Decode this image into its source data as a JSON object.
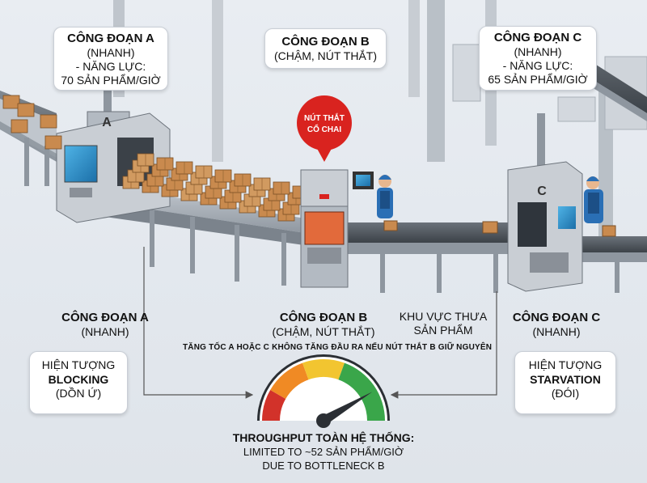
{
  "top_labels": {
    "a": {
      "title": "CÔNG ĐOẠN A",
      "lines": [
        "(NHANH)",
        "- NĂNG LỰC:",
        "70 SẢN PHẨM/GIỜ"
      ]
    },
    "b": {
      "title": "CÔNG ĐOẠN B",
      "lines": [
        "(CHẬM, NÚT THẮT)"
      ]
    },
    "c": {
      "title": "CÔNG ĐOẠN C",
      "lines": [
        "(NHANH)",
        "- NĂNG LỰC:",
        "65 SẢN PHẨM/GIỜ"
      ]
    }
  },
  "bottleneck_bubble": [
    "NÚT THẮT",
    "CỔ CHAI"
  ],
  "machine_letters": {
    "a": "A",
    "c": "C"
  },
  "bottom_labels": {
    "a": {
      "title": "CÔNG ĐOẠN A",
      "sub": "(NHANH)"
    },
    "b": {
      "title": "CÔNG ĐOẠN B",
      "sub": "(CHẬM, NÚT THẮT)"
    },
    "sparse": [
      "KHU VỰC THƯA",
      "SẢN PHẨM"
    ],
    "c": {
      "title": "CÔNG ĐOẠN C",
      "sub": "(NHANH)"
    }
  },
  "note": "TĂNG TỐC A HOẶC C KHÔNG TĂNG ĐẦU RA NẾU NÚT THẮT B GIỮ NGUYÊN",
  "phenomena": {
    "blocking": {
      "line1": "HIỆN TƯỢNG",
      "term": "BLOCKING",
      "line3": "(DỒN Ứ)"
    },
    "starvation": {
      "line1": "HIỆN TƯỢNG",
      "term": "STARVATION",
      "line3": "(ĐÓI)"
    }
  },
  "throughput": {
    "title": "THROUGHPUT TOÀN HỆ THỐNG:",
    "line2": "LIMITED TO ~52 SẢN PHẨM/GIỜ",
    "line3": "DUE TO BOTTLENECK B"
  },
  "gauge": {
    "fraction": 0.83
  },
  "colors": {
    "bubble_red": "#d9231f",
    "gauge_red": "#d2322a",
    "gauge_orange": "#f08a24",
    "gauge_yellow": "#f2c530",
    "gauge_green": "#3aa64a",
    "worker_blue": "#2a6fb5"
  }
}
